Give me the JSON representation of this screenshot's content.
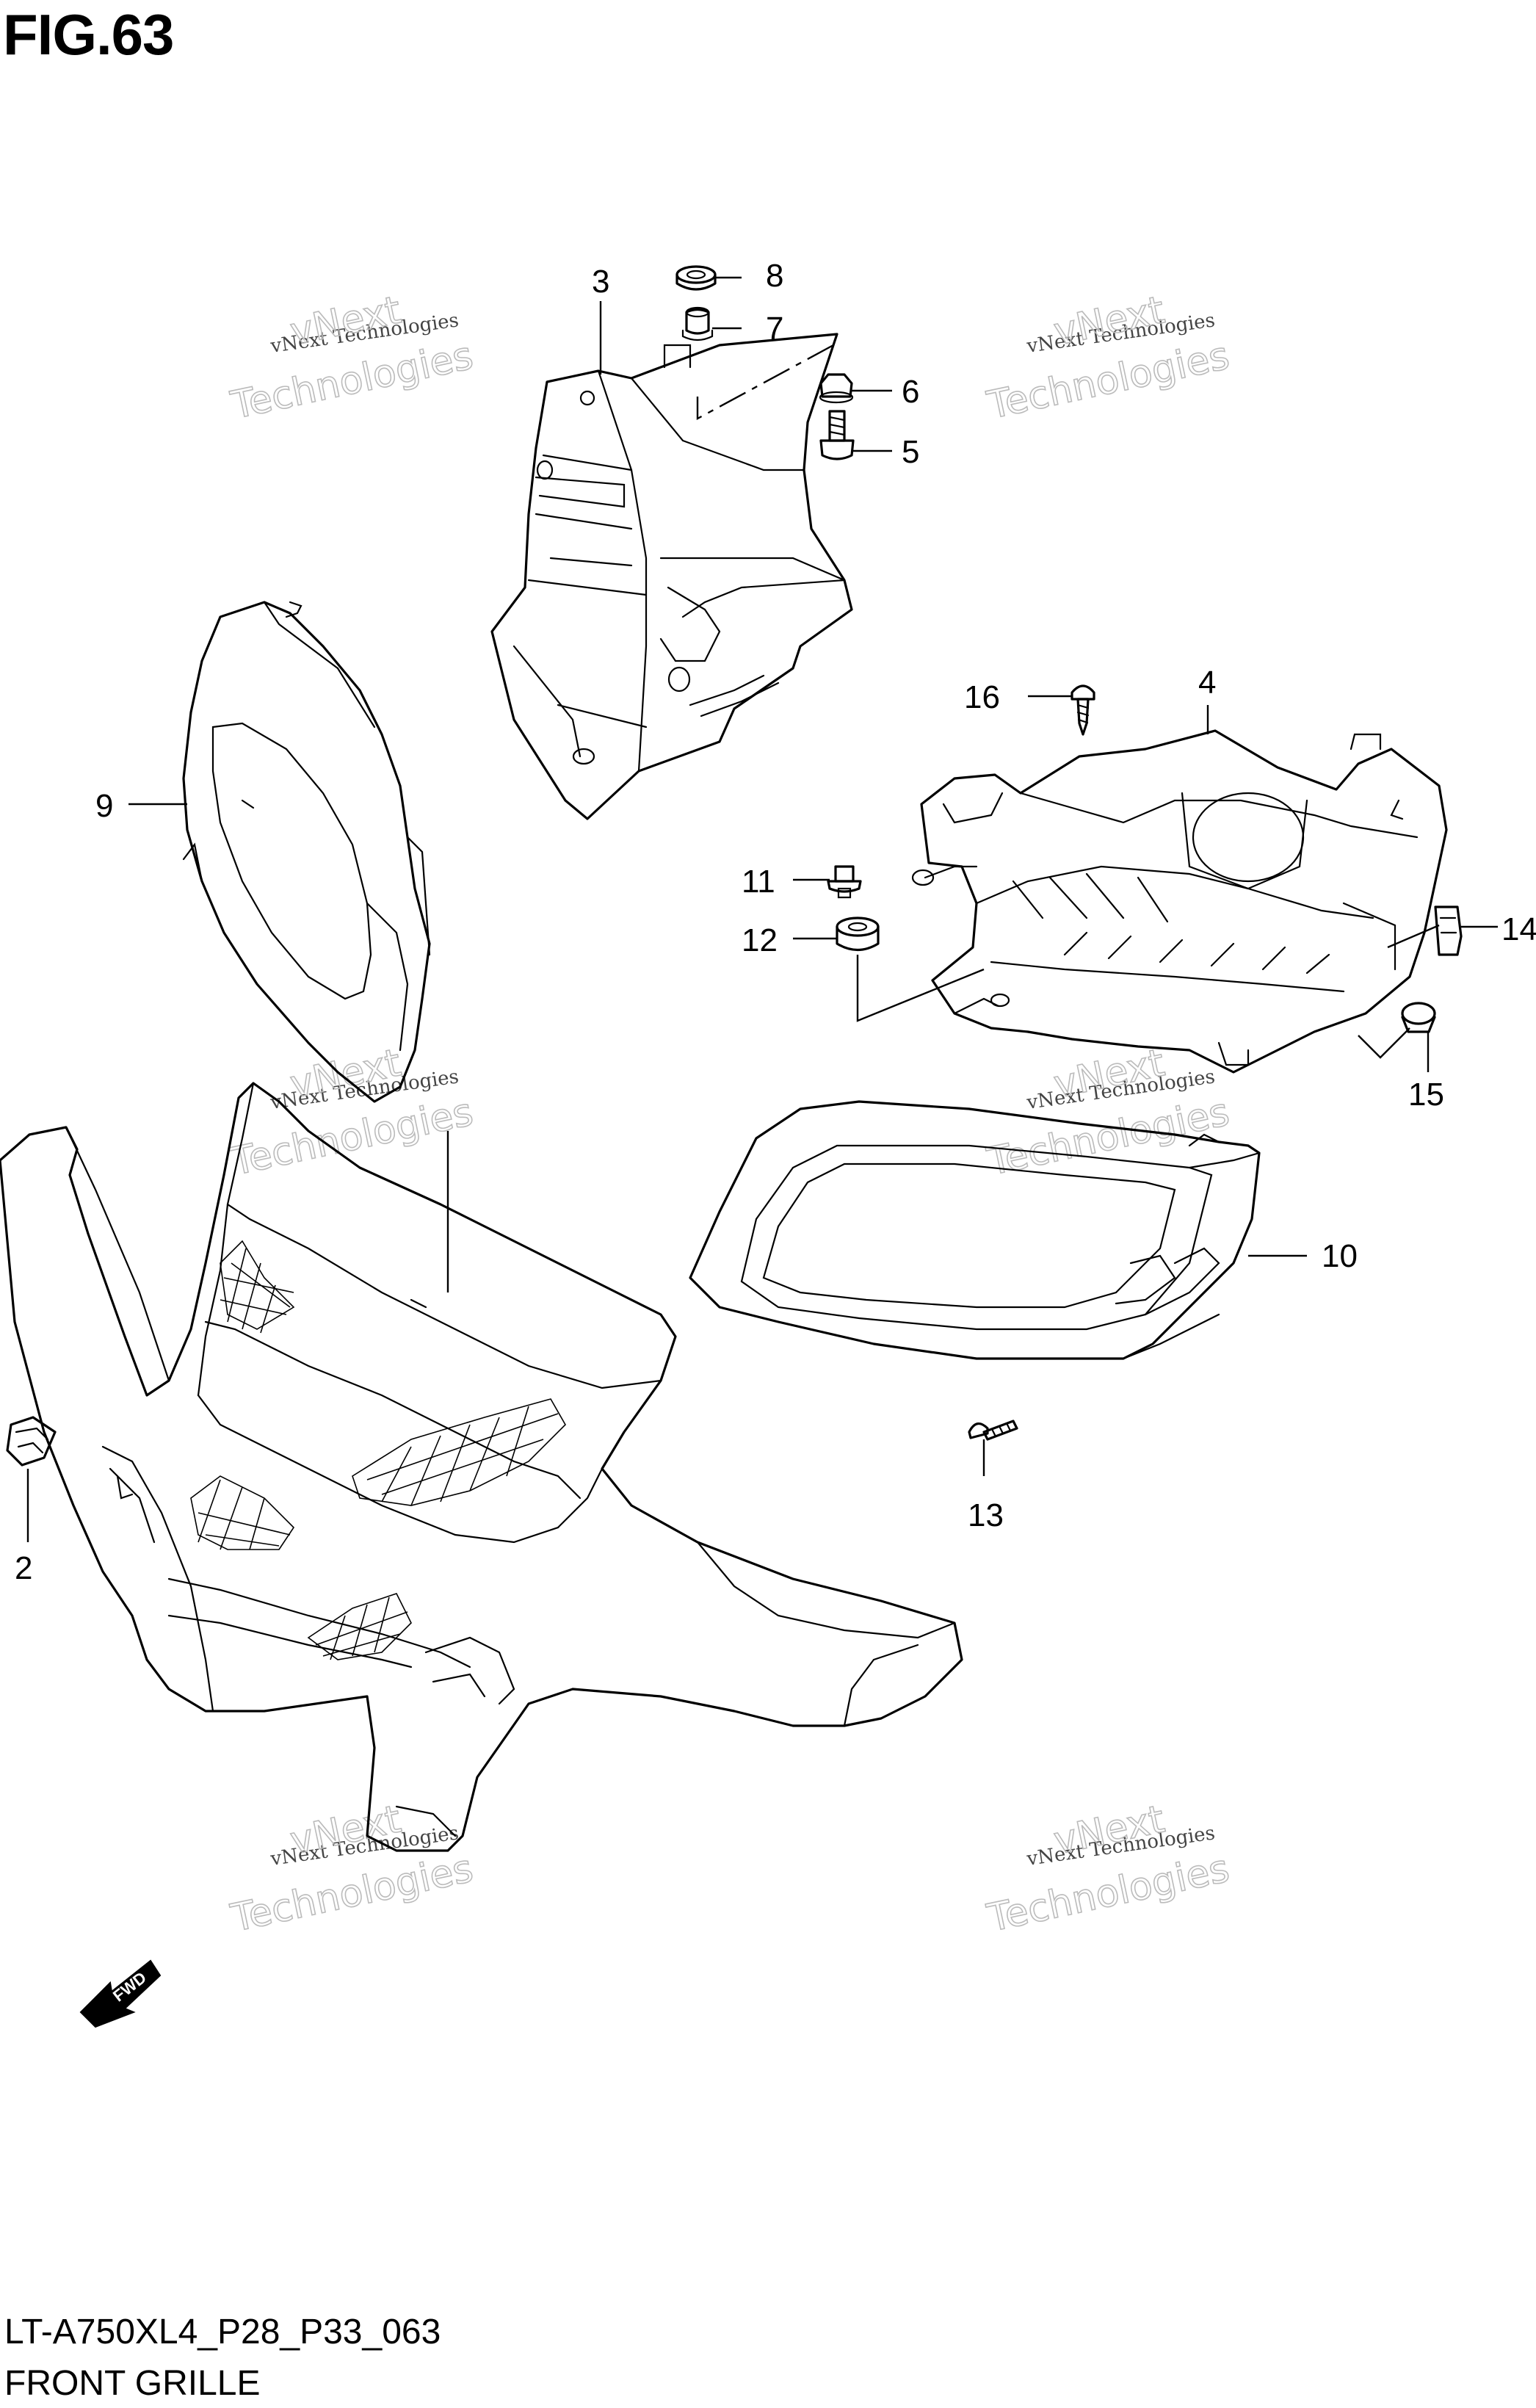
{
  "figure": {
    "title": "FIG.63",
    "model_code": "LT-A750XL4_P28_P33_063",
    "name": "FRONT GRILLE"
  },
  "callouts": [
    "2",
    "3",
    "4",
    "5",
    "6",
    "7",
    "8",
    "9",
    "10",
    "11",
    "12",
    "13",
    "14",
    "15",
    "16"
  ],
  "watermark": {
    "line1": "vNext Technologies",
    "big_line1": "vNext",
    "big_line2": "Technologies"
  },
  "direction_badge": "FWD"
}
